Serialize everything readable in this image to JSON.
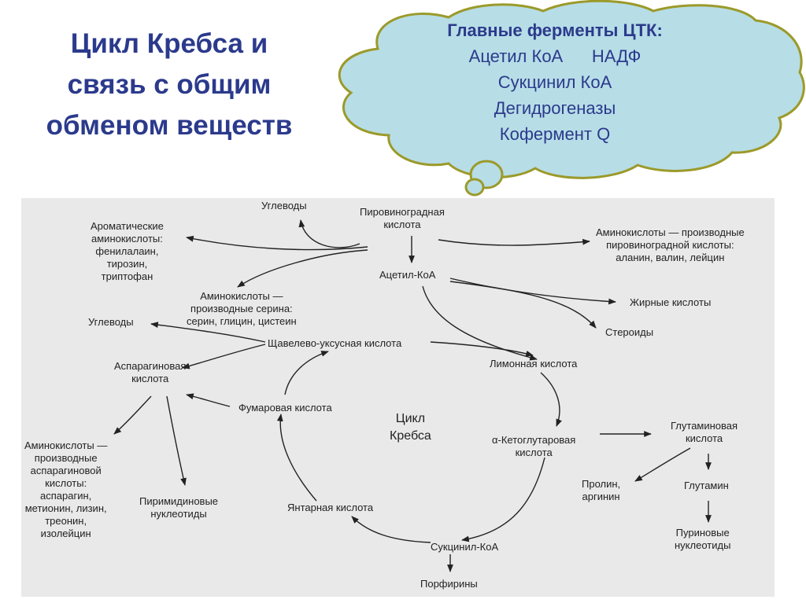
{
  "title": {
    "line1": "Цикл Кребса и",
    "line2": "связь с общим",
    "line3": "обменом веществ"
  },
  "cloud": {
    "heading": "Главные ферменты ЦТК:",
    "line1": "Ацетил КоА      НАДФ",
    "line2": "Сукцинил КоА",
    "line3": "Дегидрогеназы",
    "line4": "Кофермент Q"
  },
  "colors": {
    "title": "#2b3a8c",
    "cloud_fill": "#b7dde6",
    "cloud_stroke": "#9b9a2a",
    "diagram_bg": "#e9e9e9"
  },
  "diagram": {
    "carbs_top": "Углеводы",
    "pyruvate_1": "Пировиноградная",
    "pyruvate_2": "кислота",
    "aromatic_1": "Ароматические",
    "aromatic_2": "аминокислоты:",
    "aromatic_3": "фенилалаин,",
    "aromatic_4": "тирозин,",
    "aromatic_5": "триптофан",
    "pyr_aa_1": "Аминокислоты — производные",
    "pyr_aa_2": "пировиноградной кислоты:",
    "pyr_aa_3": "аланин, валин, лейцин",
    "acetyl_coa": "Ацетил-КоА",
    "serine_aa_1": "Аминокислоты —",
    "serine_aa_2": "производные серина:",
    "serine_aa_3": "серин, глицин, цистеин",
    "fatty_acids": "Жирные кислоты",
    "steroids": "Стероиды",
    "carbs_left": "Углеводы",
    "oxaloacetate": "Щавелево-уксусная кислота",
    "aspartic_1": "Аспарагиновая",
    "aspartic_2": "кислота",
    "citric": "Лимонная кислота",
    "fumaric": "Фумаровая кислота",
    "krebs_1": "Цикл",
    "krebs_2": "Кребса",
    "akg_1": "α-Кетоглутаровая",
    "akg_2": "кислота",
    "glutamic_1": "Глутаминовая",
    "glutamic_2": "кислота",
    "asp_aa_1": "Аминокислоты —",
    "asp_aa_2": "производные",
    "asp_aa_3": "аспарагиновой",
    "asp_aa_4": "кислоты:",
    "asp_aa_5": "аспарагин,",
    "asp_aa_6": "метионин, лизин,",
    "asp_aa_7": "треонин,",
    "asp_aa_8": "изолейцин",
    "pyrimidine_1": "Пиримидиновые",
    "pyrimidine_2": "нуклеотиды",
    "proline_1": "Пролин,",
    "proline_2": "аргинин",
    "glutamine": "Глутамин",
    "succinic": "Янтарная кислота",
    "purine_1": "Пуриновые",
    "purine_2": "нуклеотиды",
    "succinyl_coa": "Сукцинил-КоА",
    "porphyrins": "Порфирины"
  }
}
